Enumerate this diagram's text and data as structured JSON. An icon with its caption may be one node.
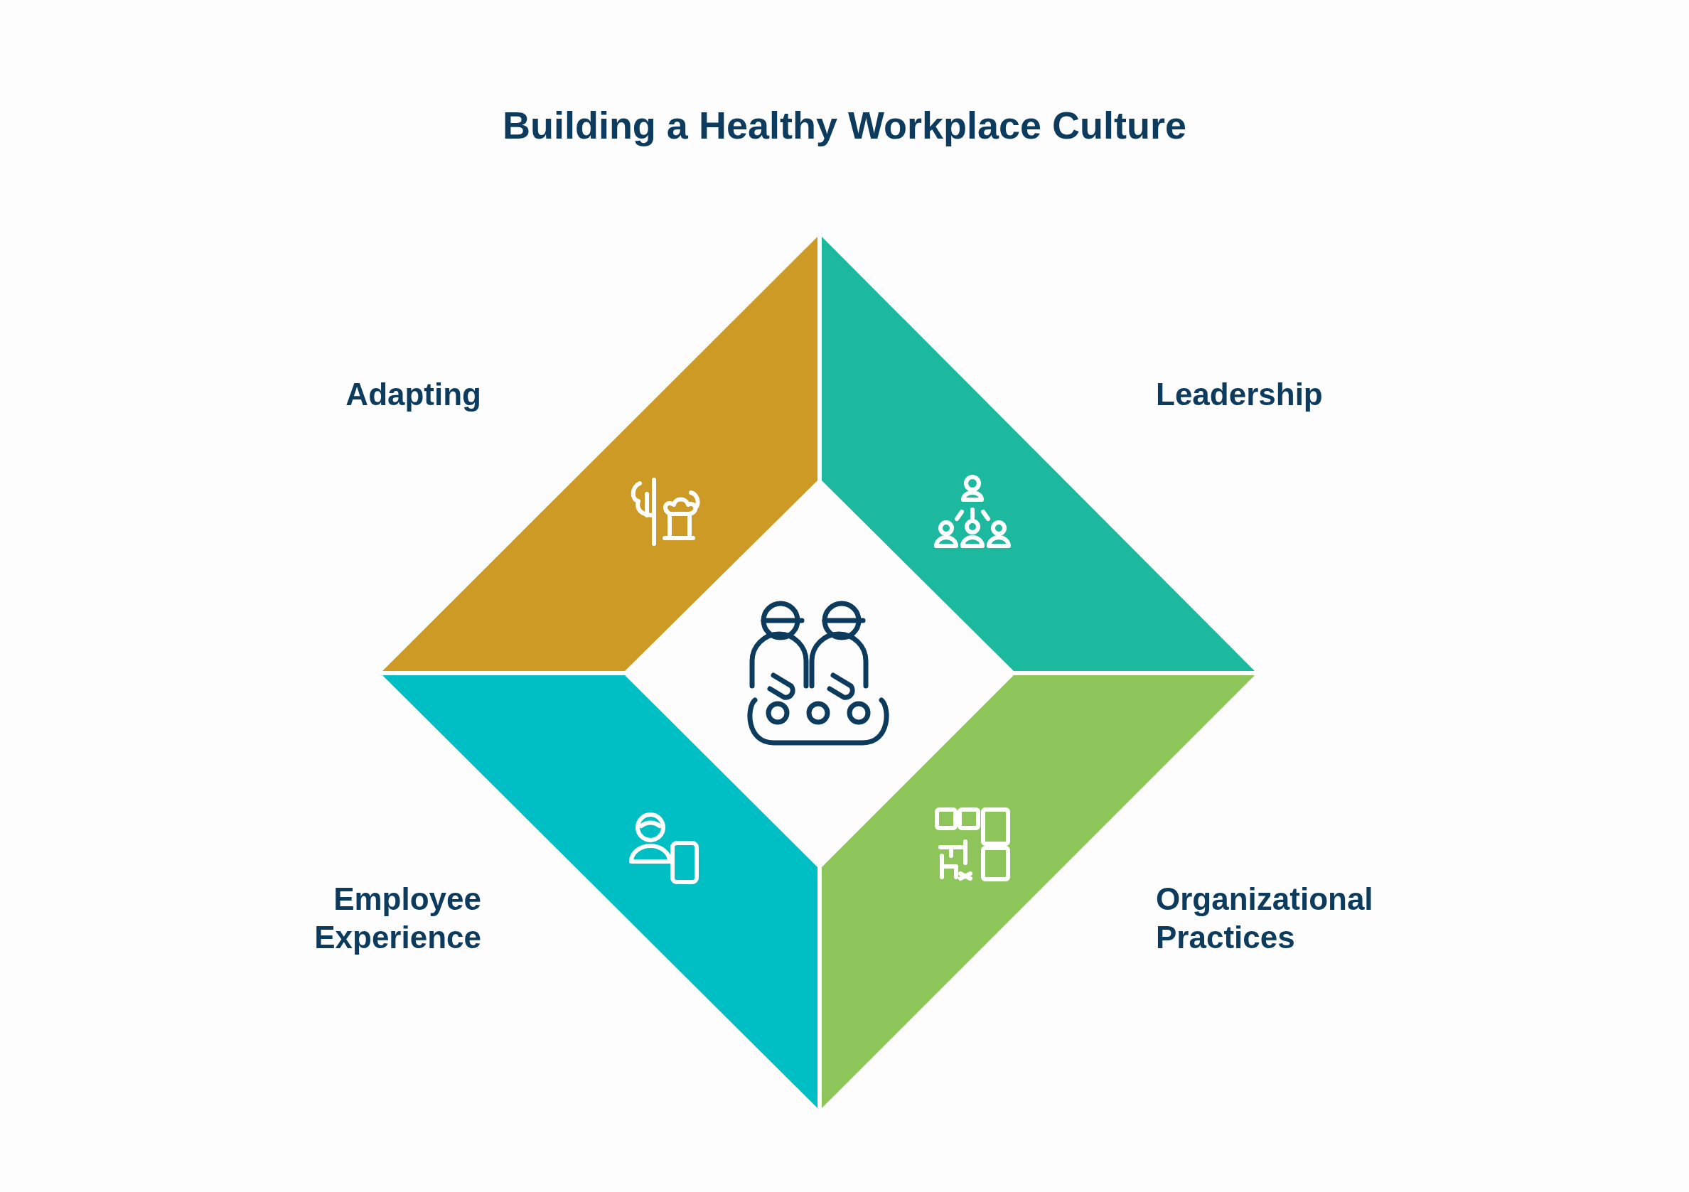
{
  "diagram": {
    "title": "Building a Healthy Workplace Culture",
    "nodes": [
      {
        "text": [
          "Adapting"
        ]
      },
      {
        "text": [
          "Leadership"
        ]
      },
      {
        "text": [
          "Employee Experience"
        ]
      },
      {
        "text": [
          "Organizational Practices"
        ]
      }
    ],
    "edges": []
  }
}
